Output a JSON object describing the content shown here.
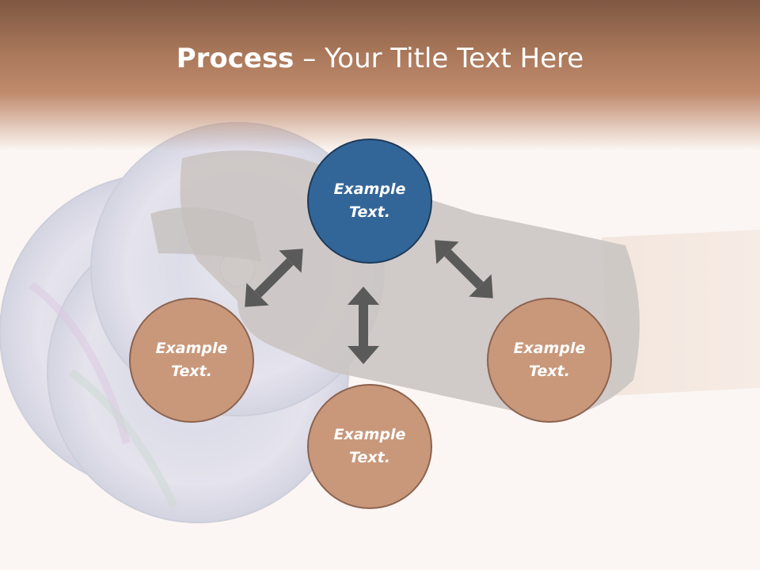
{
  "title": {
    "bold": "Process",
    "rest": " – Your Title Text Here"
  },
  "nodes": {
    "top": {
      "line1": "Example",
      "line2": "Text."
    },
    "left": {
      "line1": "Example",
      "line2": "Text."
    },
    "right": {
      "line1": "Example",
      "line2": "Text."
    },
    "bottom": {
      "line1": "Example",
      "line2": "Text."
    }
  },
  "colors": {
    "accent_blue": "#336698",
    "node_brown": "#c9987a",
    "arrow_gray": "#5a5a5a",
    "title_band": "#a9775a"
  }
}
